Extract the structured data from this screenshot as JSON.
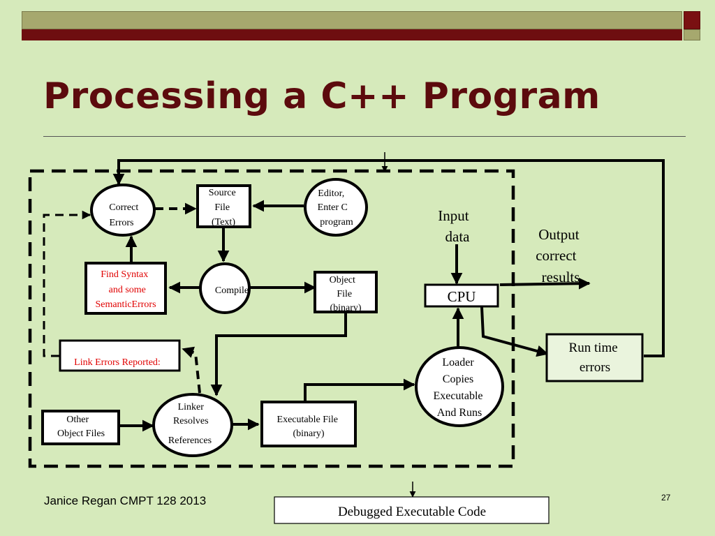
{
  "slide": {
    "title": "Processing a C++ Program",
    "author": "Janice Regan CMPT 128 2013",
    "page_number": "27"
  },
  "nodes": {
    "correct_errors": [
      "Correct",
      "Errors"
    ],
    "source_file": [
      "Source",
      "File",
      "(Text)"
    ],
    "editor": [
      "Editor,",
      "Enter C",
      "program"
    ],
    "input_data": [
      "Input",
      "data"
    ],
    "output_correct": [
      "Output",
      "correct",
      "results"
    ],
    "find_syntax": [
      "Find Syntax",
      "and some",
      "SemanticErrors"
    ],
    "compile": "Compile",
    "object_file": [
      "Object",
      "File",
      "(binary)"
    ],
    "cpu": "CPU",
    "run_time_errors": [
      "Run time",
      "errors"
    ],
    "link_errors": "Link Errors Reported:",
    "loader": [
      "Loader",
      "Copies",
      "Executable",
      "And Runs"
    ],
    "other_object_files": [
      "Other",
      "Object Files"
    ],
    "linker": [
      "Linker",
      "Resolves",
      "References"
    ],
    "executable_file": [
      "Executable File",
      "(binary)"
    ],
    "debugged_code": "Debugged Executable Code"
  },
  "colors": {
    "background": "#d6eabb",
    "title": "#5c0b0d",
    "error_text": "#e00000",
    "run_time_box_fill": "#eaf4dd"
  }
}
